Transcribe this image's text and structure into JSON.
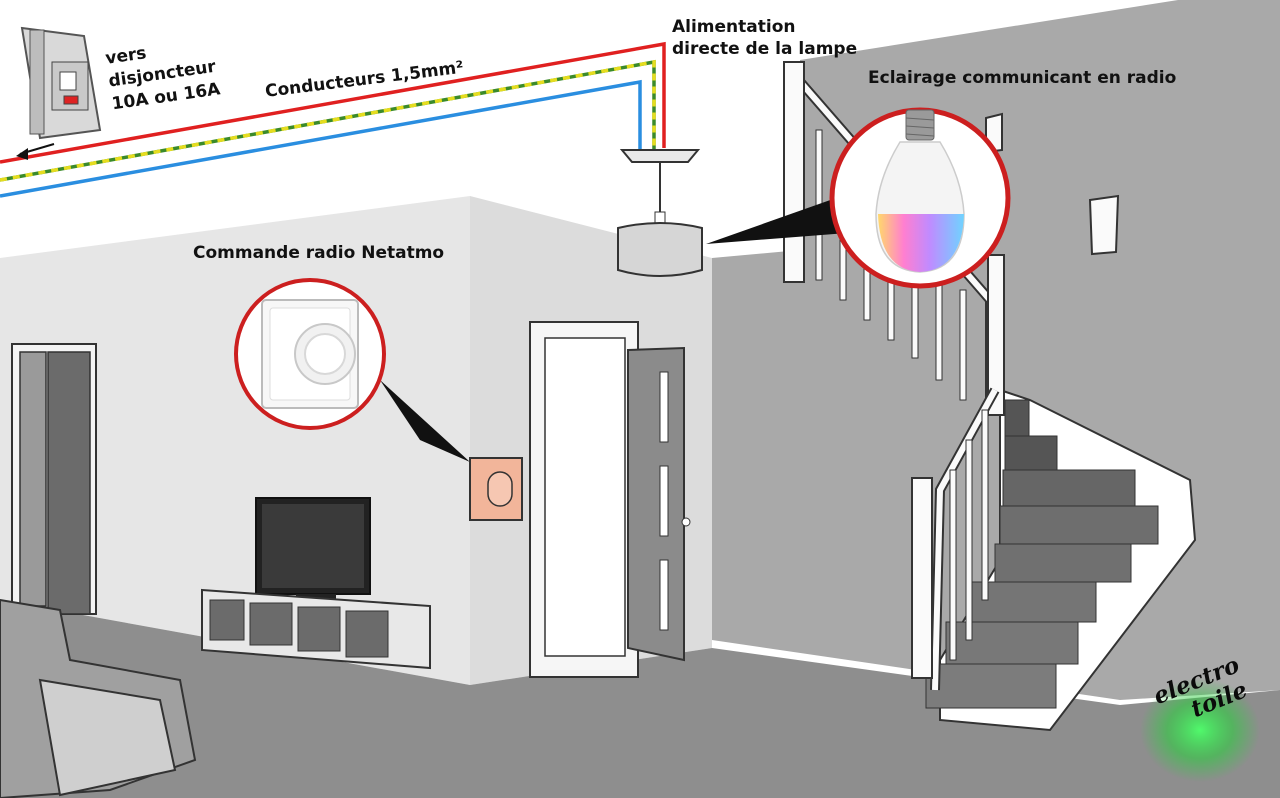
{
  "labels": {
    "breaker": [
      "vers",
      "disjoncteur",
      "10A ou 16A"
    ],
    "conductors": "Conducteurs 1,5mm²",
    "lamp_supply": [
      "Alimentation",
      "directe de la lampe"
    ],
    "radio_lighting": "Eclairage communicant en radio",
    "netatmo_control": "Commande radio Netatmo"
  },
  "logo": {
    "line1": "electro",
    "line2": "toile"
  },
  "colors": {
    "phase_wire": "#e02020",
    "earth_wire": "#d8d020",
    "neutral_wire": "#2a8ee0",
    "callout_border": "#cc1f1f",
    "switch_plate": "#f2b59a",
    "floor": "#8e8e8e",
    "wall_grey": "#a9a9a9",
    "logo_glow": "#2ecc40"
  },
  "icons": {
    "breaker": "circuit-breaker-icon",
    "arrow": "arrow-left-icon",
    "bulb": "rgb-bulb-icon",
    "switch": "wall-switch-icon"
  }
}
